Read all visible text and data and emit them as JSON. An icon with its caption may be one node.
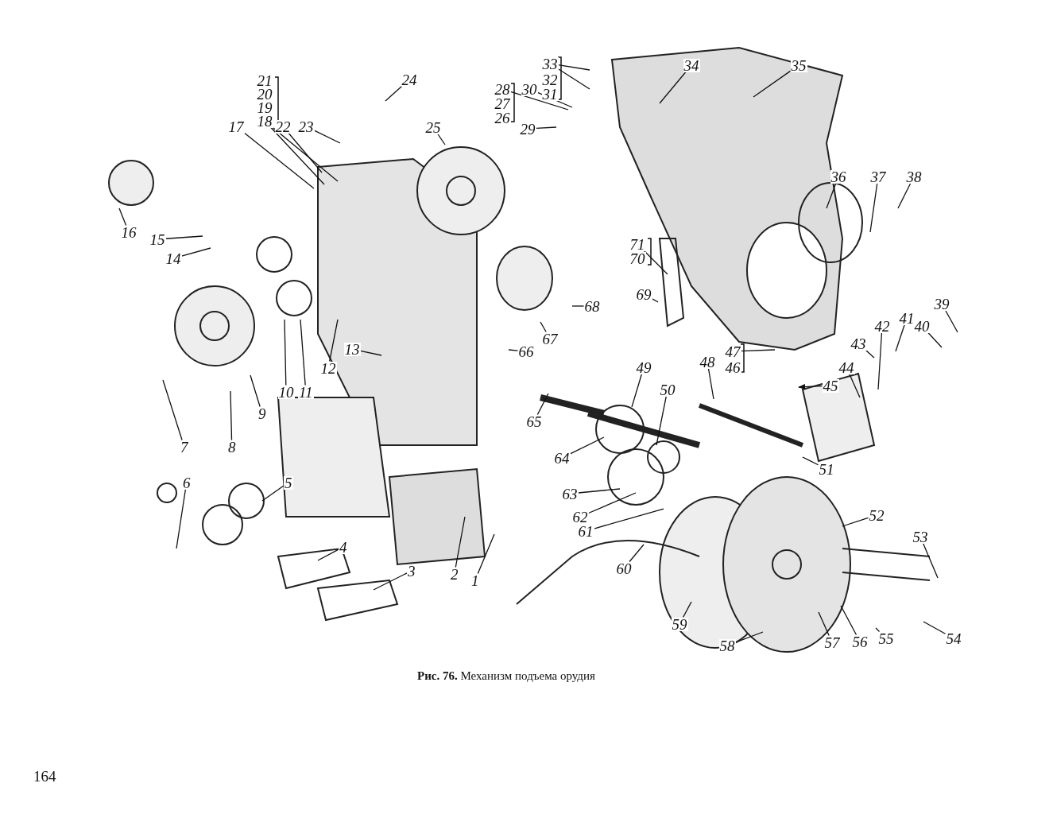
{
  "diagram": {
    "caption": "**Рис. 76.** Механизм подъема орудия",
    "nodes": [
      {
        "text": [
          "1"
        ]
      },
      {
        "text": [
          "2"
        ]
      },
      {
        "text": [
          "3"
        ]
      },
      {
        "text": [
          "4"
        ]
      },
      {
        "text": [
          "5"
        ]
      },
      {
        "text": [
          "6"
        ]
      },
      {
        "text": [
          "7"
        ]
      },
      {
        "text": [
          "8"
        ]
      },
      {
        "text": [
          "9"
        ]
      },
      {
        "text": [
          "10"
        ]
      },
      {
        "text": [
          "11"
        ]
      },
      {
        "text": [
          "12"
        ]
      },
      {
        "text": [
          "13"
        ]
      },
      {
        "text": [
          "14"
        ]
      },
      {
        "text": [
          "15"
        ]
      },
      {
        "text": [
          "16"
        ]
      },
      {
        "text": [
          "17"
        ]
      },
      {
        "text": [
          "18"
        ]
      },
      {
        "text": [
          "19"
        ]
      },
      {
        "text": [
          "20"
        ]
      },
      {
        "text": [
          "21"
        ]
      },
      {
        "text": [
          "22"
        ]
      },
      {
        "text": [
          "23"
        ]
      },
      {
        "text": [
          "24"
        ]
      },
      {
        "text": [
          "25"
        ]
      },
      {
        "text": [
          "26"
        ]
      },
      {
        "text": [
          "27"
        ]
      },
      {
        "text": [
          "28"
        ]
      },
      {
        "text": [
          "29"
        ]
      },
      {
        "text": [
          "30"
        ]
      },
      {
        "text": [
          "31"
        ]
      },
      {
        "text": [
          "32"
        ]
      },
      {
        "text": [
          "33"
        ]
      },
      {
        "text": [
          "34"
        ]
      },
      {
        "text": [
          "35"
        ]
      },
      {
        "text": [
          "36"
        ]
      },
      {
        "text": [
          "37"
        ]
      },
      {
        "text": [
          "38"
        ]
      },
      {
        "text": [
          "39"
        ]
      },
      {
        "text": [
          "40"
        ]
      },
      {
        "text": [
          "41"
        ]
      },
      {
        "text": [
          "42"
        ]
      },
      {
        "text": [
          "43"
        ]
      },
      {
        "text": [
          "44"
        ]
      },
      {
        "text": [
          "45"
        ]
      },
      {
        "text": [
          "46"
        ]
      },
      {
        "text": [
          "47"
        ]
      },
      {
        "text": [
          "48"
        ]
      },
      {
        "text": [
          "49"
        ]
      },
      {
        "text": [
          "50"
        ]
      },
      {
        "text": [
          "51"
        ]
      },
      {
        "text": [
          "52"
        ]
      },
      {
        "text": [
          "53"
        ]
      },
      {
        "text": [
          "54"
        ]
      },
      {
        "text": [
          "55"
        ]
      },
      {
        "text": [
          "56"
        ]
      },
      {
        "text": [
          "57"
        ]
      },
      {
        "text": [
          "58"
        ]
      },
      {
        "text": [
          "59"
        ]
      },
      {
        "text": [
          "60"
        ]
      },
      {
        "text": [
          "61"
        ]
      },
      {
        "text": [
          "62"
        ]
      },
      {
        "text": [
          "63"
        ]
      },
      {
        "text": [
          "64"
        ]
      },
      {
        "text": [
          "65"
        ]
      },
      {
        "text": [
          "66"
        ]
      },
      {
        "text": [
          "67"
        ]
      },
      {
        "text": [
          "68"
        ]
      },
      {
        "text": [
          "69"
        ]
      },
      {
        "text": [
          "70"
        ]
      },
      {
        "text": [
          "71"
        ]
      }
    ],
    "edges": [
      {
        "from": 0,
        "to": null,
        "arrow": "none"
      },
      {
        "from": 1,
        "to": null,
        "arrow": "none"
      },
      {
        "from": 2,
        "to": null,
        "arrow": "none"
      },
      {
        "from": 3,
        "to": null,
        "arrow": "none"
      },
      {
        "from": 4,
        "to": null,
        "arrow": "none"
      },
      {
        "from": 5,
        "to": null,
        "arrow": "none"
      },
      {
        "from": 6,
        "to": null,
        "arrow": "none"
      },
      {
        "from": 7,
        "to": null,
        "arrow": "none"
      },
      {
        "from": 8,
        "to": null,
        "arrow": "none"
      },
      {
        "from": 9,
        "to": null,
        "arrow": "none"
      },
      {
        "from": 10,
        "to": null,
        "arrow": "none"
      },
      {
        "from": 11,
        "to": null,
        "arrow": "none"
      },
      {
        "from": 12,
        "to": null,
        "arrow": "none"
      },
      {
        "from": 13,
        "to": null,
        "arrow": "none"
      },
      {
        "from": 14,
        "to": null,
        "arrow": "none"
      },
      {
        "from": 15,
        "to": null,
        "arrow": "none"
      },
      {
        "from": 16,
        "to": null,
        "arrow": "none"
      },
      {
        "from": 17,
        "to": null,
        "arrow": "none"
      },
      {
        "from": 17,
        "to": null,
        "arrow": "none"
      },
      {
        "from": 21,
        "to": null,
        "arrow": "none"
      },
      {
        "from": 22,
        "to": null,
        "arrow": "none"
      },
      {
        "from": 23,
        "to": null,
        "arrow": "none"
      },
      {
        "from": 24,
        "to": null,
        "arrow": "none"
      },
      {
        "from": 27,
        "to": null,
        "arrow": "none"
      },
      {
        "from": 28,
        "to": null,
        "arrow": "none"
      },
      {
        "from": 29,
        "to": null,
        "arrow": "none"
      },
      {
        "from": 32,
        "to": null,
        "arrow": "none"
      },
      {
        "from": 32,
        "to": null,
        "arrow": "none"
      },
      {
        "from": 33,
        "to": null,
        "arrow": "none"
      },
      {
        "from": 34,
        "to": null,
        "arrow": "none"
      },
      {
        "from": 35,
        "to": null,
        "arrow": "none"
      },
      {
        "from": 36,
        "to": null,
        "arrow": "none"
      },
      {
        "from": 37,
        "to": null,
        "arrow": "none"
      },
      {
        "from": 38,
        "to": null,
        "arrow": "none"
      },
      {
        "from": 39,
        "to": null,
        "arrow": "none"
      },
      {
        "from": 40,
        "to": null,
        "arrow": "none"
      },
      {
        "from": 41,
        "to": null,
        "arrow": "none"
      },
      {
        "from": 42,
        "to": null,
        "arrow": "none"
      },
      {
        "from": 43,
        "to": null,
        "arrow": "none"
      },
      {
        "from": 44,
        "to": null,
        "arrow": "to"
      },
      {
        "from": 46,
        "to": null,
        "arrow": "none"
      },
      {
        "from": 47,
        "to": null,
        "arrow": "none"
      },
      {
        "from": 48,
        "to": null,
        "arrow": "none"
      },
      {
        "from": 49,
        "to": null,
        "arrow": "none"
      },
      {
        "from": 50,
        "to": null,
        "arrow": "none"
      },
      {
        "from": 51,
        "to": null,
        "arrow": "none"
      },
      {
        "from": 52,
        "to": null,
        "arrow": "none"
      },
      {
        "from": 53,
        "to": null,
        "arrow": "none"
      },
      {
        "from": 54,
        "to": null,
        "arrow": "none"
      },
      {
        "from": 55,
        "to": null,
        "arrow": "none"
      },
      {
        "from": 56,
        "to": null,
        "arrow": "none"
      },
      {
        "from": 57,
        "to": null,
        "arrow": "none"
      },
      {
        "from": 58,
        "to": null,
        "arrow": "none"
      },
      {
        "from": 59,
        "to": null,
        "arrow": "none"
      },
      {
        "from": 60,
        "to": null,
        "arrow": "none"
      },
      {
        "from": 61,
        "to": null,
        "arrow": "none"
      },
      {
        "from": 62,
        "to": null,
        "arrow": "none"
      },
      {
        "from": 63,
        "to": null,
        "arrow": "none"
      },
      {
        "from": 64,
        "to": null,
        "arrow": "none"
      },
      {
        "from": 65,
        "to": null,
        "arrow": "none"
      },
      {
        "from": 66,
        "to": null,
        "arrow": "none"
      },
      {
        "from": 67,
        "to": null,
        "arrow": "none"
      },
      {
        "from": 68,
        "to": null,
        "arrow": "none"
      },
      {
        "from": 70,
        "to": null,
        "arrow": "none"
      }
    ],
    "labels": [
      "164"
    ]
  }
}
